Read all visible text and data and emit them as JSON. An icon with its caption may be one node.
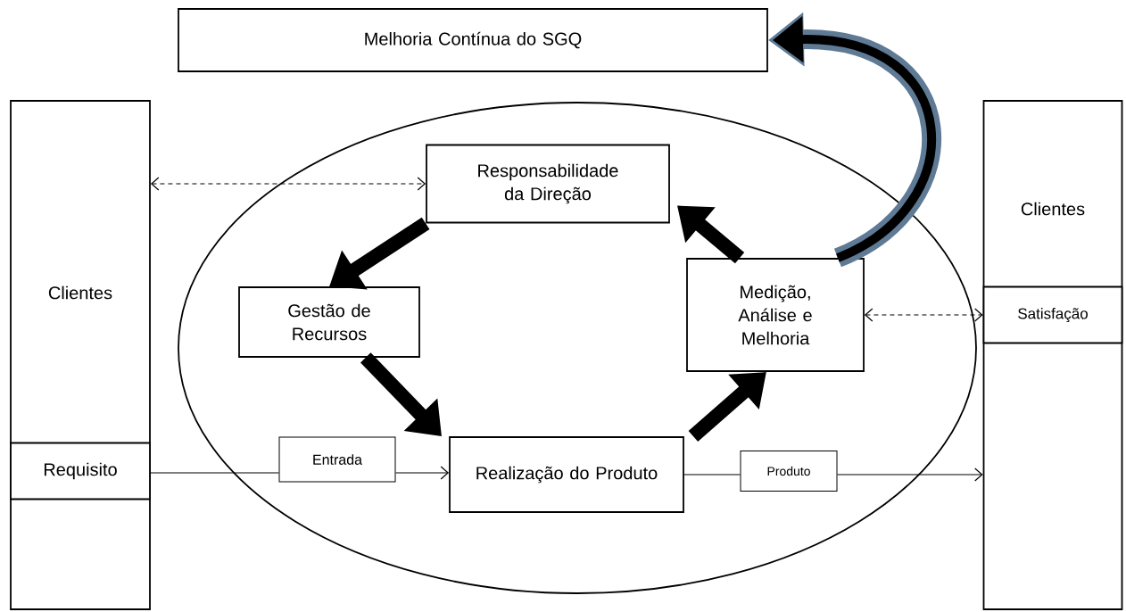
{
  "diagram": {
    "nodes": [
      {
        "text": [
          "Melhoria Contínua do SGQ"
        ]
      },
      {
        "text": [
          "Clientes"
        ]
      },
      {
        "text": [
          "Requisito"
        ],
        "in": 1
      },
      {
        "text": [],
        "shape": "ellipse"
      },
      {
        "text": [
          "Responsabilidade da Direção"
        ],
        "in": 3
      },
      {
        "text": [
          "Gestão de Recursos"
        ],
        "in": 3
      },
      {
        "text": [
          "Medição, Análise e Melhoria"
        ],
        "in": 3
      },
      {
        "text": [
          "Entrada"
        ],
        "in": 3
      },
      {
        "text": [
          "Realização do Produto"
        ],
        "in": 3
      },
      {
        "text": [
          "Produto"
        ],
        "in": 3
      },
      {
        "text": [
          "Clientes"
        ]
      },
      {
        "text": [
          "Satisfação"
        ],
        "in": 10
      }
    ],
    "edges": [
      {
        "from": 1,
        "to": 4,
        "arrow": "both",
        "style": "dashed"
      },
      {
        "from": 6,
        "to": 11,
        "arrow": "both",
        "style": "dashed"
      },
      {
        "from": 2,
        "to": 7,
        "arrow": "none"
      },
      {
        "from": 7,
        "to": 8,
        "arrow": "to"
      },
      {
        "from": 8,
        "to": 9,
        "arrow": "none"
      },
      {
        "from": 9,
        "to": 10,
        "arrow": "to"
      },
      {
        "from": 4,
        "to": 5,
        "arrow": "to",
        "style": "thick"
      },
      {
        "from": 5,
        "to": 8,
        "arrow": "to",
        "style": "thick"
      },
      {
        "from": 8,
        "to": 6,
        "arrow": "to",
        "style": "thick"
      },
      {
        "from": 6,
        "to": 4,
        "arrow": "to",
        "style": "thick"
      },
      {
        "from": 6,
        "to": 0,
        "arrow": "to",
        "style": "thick"
      }
    ]
  }
}
